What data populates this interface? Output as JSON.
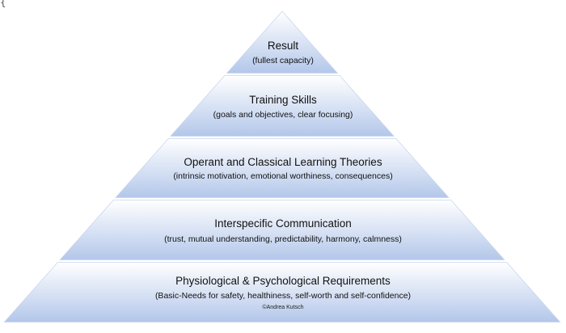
{
  "corner_mark": "{",
  "colors": {
    "tier_fill_top": "#ffffff",
    "tier_fill_bottom": "#b3c7ea",
    "tier_outline": "#c9d6ee"
  },
  "tiers": [
    {
      "title": "Result",
      "subtitle": "(fullest capacity)"
    },
    {
      "title": "Training Skills",
      "subtitle": "(goals and objectives, clear focusing)"
    },
    {
      "title": "Operant and Classical Learning Theories",
      "subtitle": "(intrinsic motivation, emotional worthiness, consequences)"
    },
    {
      "title": "Interspecific Communication",
      "subtitle": "(trust, mutual understanding, predictability, harmony, calmness)"
    },
    {
      "title": "Physiological & Psychological Requirements",
      "subtitle": "(Basic-Needs for safety, healthiness, self-worth and self-confidence)",
      "credit": "©Andrea Kutsch"
    }
  ]
}
